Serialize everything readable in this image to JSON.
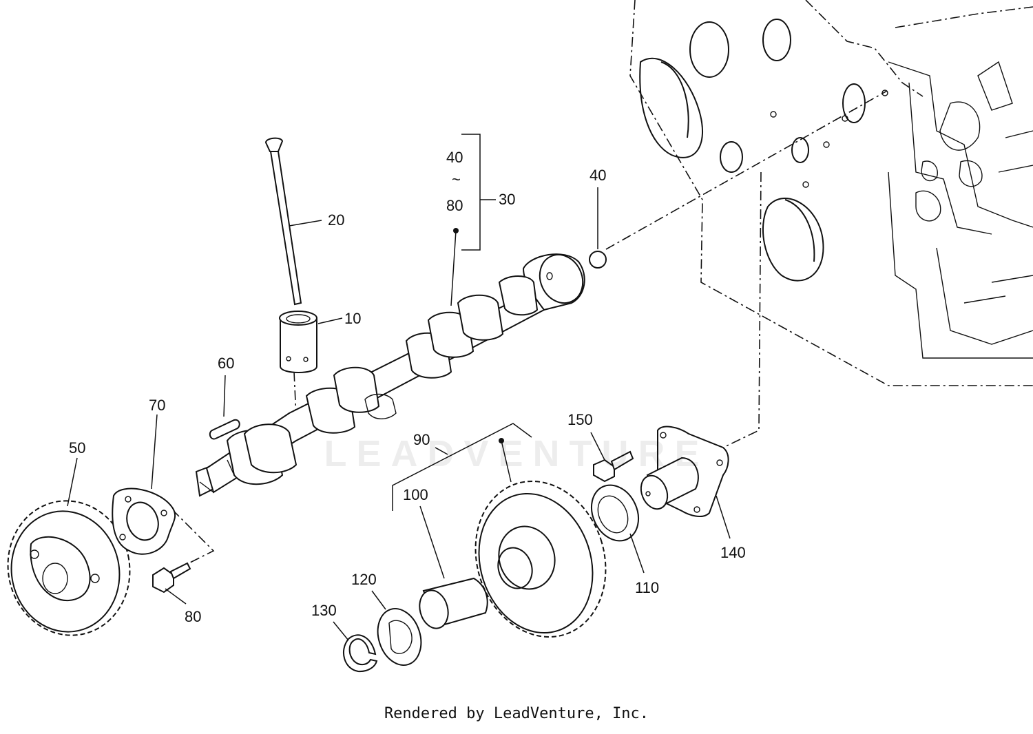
{
  "callouts": {
    "c10": "10",
    "c20": "20",
    "c30": "30",
    "c40a": "40",
    "c40range_top": "40",
    "c40range_sep": "~",
    "c40range_bottom": "80",
    "c50": "50",
    "c60": "60",
    "c70": "70",
    "c80": "80",
    "c90": "90",
    "c100": "100",
    "c110": "110",
    "c120": "120",
    "c130": "130",
    "c140": "140",
    "c150": "150"
  },
  "watermark": "LEADVENTURE",
  "footer": "Rendered by LeadVenture, Inc."
}
